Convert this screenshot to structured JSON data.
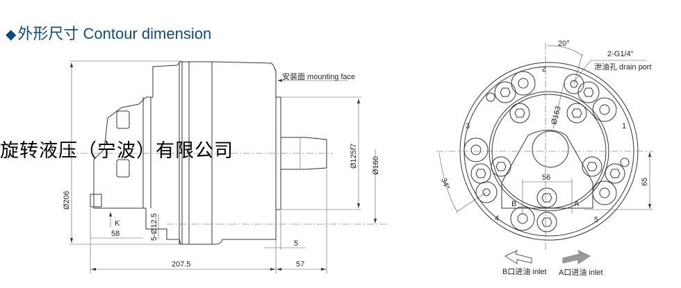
{
  "header": {
    "title_zh": "外形尺寸",
    "title_en": "Contour dimension",
    "bullet_icon": "diamond-icon"
  },
  "watermark": "旋转液压（宁波）有限公司",
  "side_view": {
    "mounting_face": "安装面 mounting face",
    "dim_outer_dia": "Ø206",
    "dim_pilot": "Ø125f7",
    "dim_pcd": "Ø160",
    "dim_holes": "5-Ø12.5",
    "view_k": "K",
    "dim_58": "58",
    "dim_5": "5",
    "dim_length": "207.5",
    "dim_shaft": "57"
  },
  "end_view": {
    "angle_top": "20°",
    "drain_spec": "2-G1/4\"",
    "drain_label": "泄油孔 drain port",
    "dim_pcd": "Ø163",
    "angle_left": "34°",
    "dim_56": "56",
    "dim_65": "65",
    "port_b": "B",
    "port_a": "A",
    "num_1": "1",
    "num_2": "2",
    "num_3": "3",
    "num_4": "4",
    "num_5": "5",
    "rotation_b": "B口进油 inlet",
    "rotation_a": "A口进油 inlet",
    "arrow_b_color": "#ffffff",
    "arrow_a_color": "#999999"
  }
}
